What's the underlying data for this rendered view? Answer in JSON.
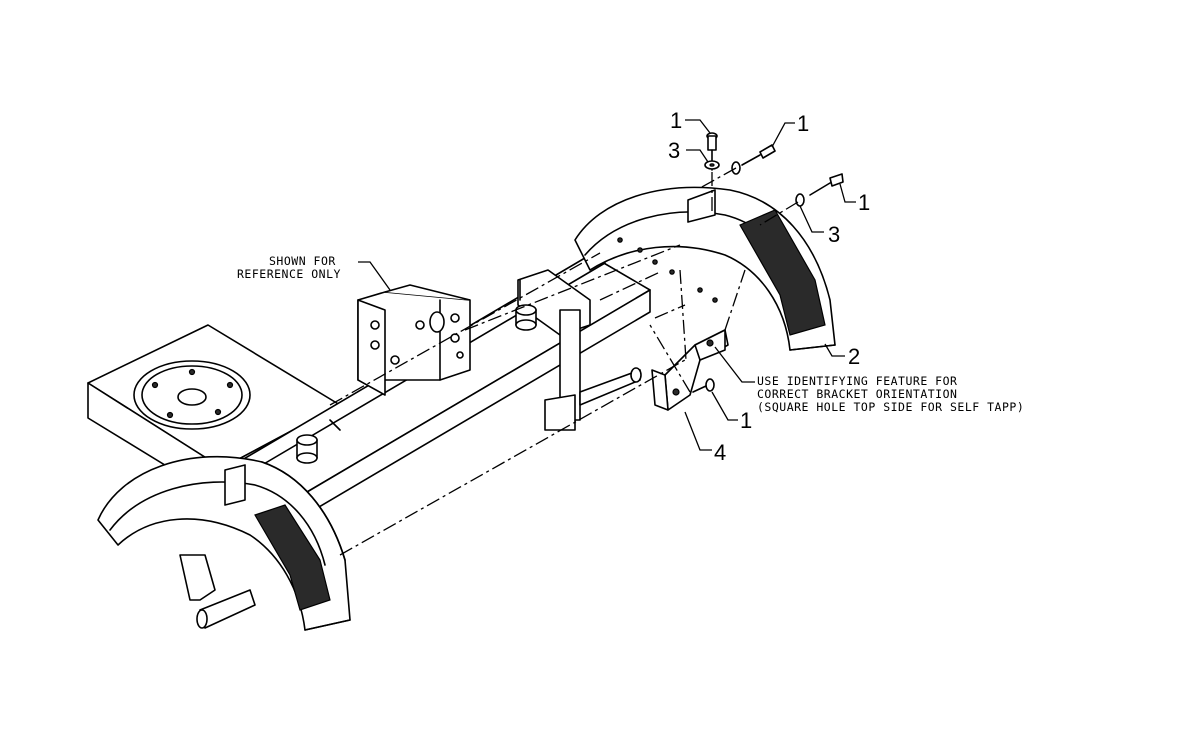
{
  "callouts": {
    "c1a": "1",
    "c1b": "1",
    "c1c": "1",
    "c1d": "1",
    "c2": "2",
    "c3a": "3",
    "c3b": "3",
    "c4": "4"
  },
  "notes": {
    "reference_line1": "SHOWN FOR",
    "reference_line2": "REFERENCE ONLY",
    "orient_line1": "USE IDENTIFYING FEATURE FOR",
    "orient_line2": "CORRECT BRACKET ORIENTATION",
    "orient_line3": "(SQUARE HOLE TOP SIDE FOR SELF TAPP)"
  }
}
